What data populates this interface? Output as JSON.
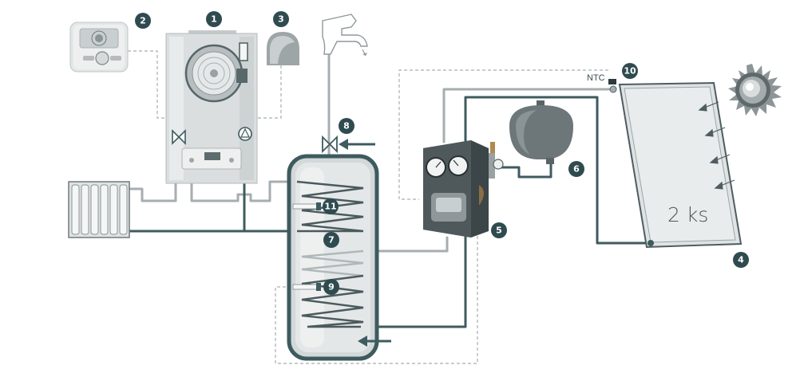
{
  "callouts": {
    "c1": "1",
    "c2": "2",
    "c3": "3",
    "c4": "4",
    "c5": "5",
    "c6": "6",
    "c7": "7",
    "c8": "8",
    "c9": "9",
    "c10": "10",
    "c11": "11"
  },
  "labels": {
    "ntc": "NTC",
    "collector_count": "2 ks"
  },
  "icons": {
    "thermostat": "thermostat-icon",
    "boiler": "boiler-icon",
    "outdoor_sensor": "outdoor-sensor-icon",
    "faucet": "faucet-icon",
    "tank": "storage-tank-icon",
    "radiator": "radiator-icon",
    "solar_station": "pump-station-icon",
    "expansion_vessel": "expansion-vessel-icon",
    "collector": "solar-collector-icon",
    "sun": "sun-icon"
  },
  "colors": {
    "pipe_dark": "#3e5b5f",
    "pipe_light": "#a6aeb0",
    "callout": "#2f4b50",
    "wire": "#a9aeb0"
  }
}
